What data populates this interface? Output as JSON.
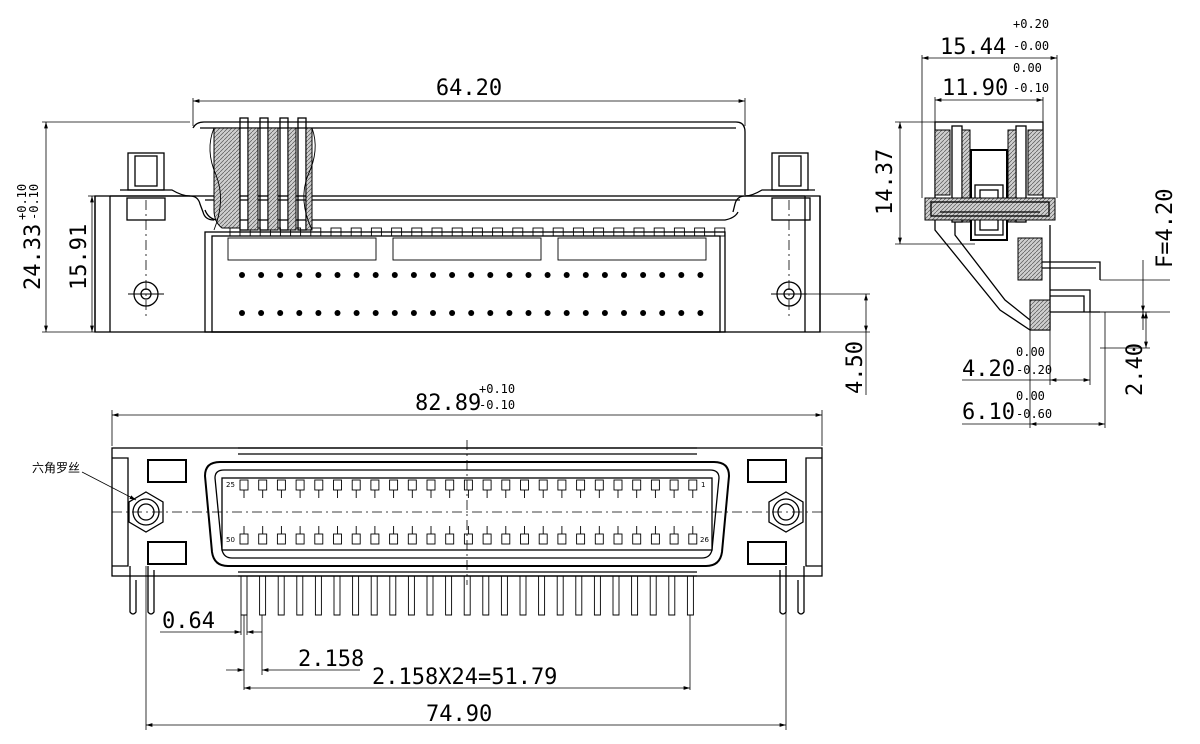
{
  "dimensions": {
    "top_width": "64.20",
    "total_height": "24.33",
    "total_height_tol_upper": "+0.10",
    "total_height_tol_lower": "-0.10",
    "body_height": "15.91",
    "mount_offset": "4.50",
    "front_width": "82.89",
    "front_width_tol_upper": "+0.10",
    "front_width_tol_lower": "-0.10",
    "pin_diameter": "0.64",
    "pin_pitch": "2.158",
    "pin_span": "2.158X24=51.79",
    "mount_pitch": "74.90",
    "side_width": "15.44",
    "side_width_tol_upper": "+0.20",
    "side_width_tol_lower": "-0.00",
    "side_inner": "11.90",
    "side_inner_tol_upper": "0.00",
    "side_inner_tol_lower": "-0.10",
    "side_height": "14.37",
    "f_value": "F=4.20",
    "tail_offset": "4.20",
    "tail_offset_tol_upper": "0.00",
    "tail_offset_tol_lower": "-0.20",
    "tail_length": "6.10",
    "tail_length_tol_upper": "0.00",
    "tail_length_tol_lower": "-0.60",
    "tail_step": "2.40"
  },
  "annotations": {
    "hex_screw": "六角罗丝",
    "pin_25": "25",
    "pin_1": "1",
    "pin_50": "50",
    "pin_26": "26"
  }
}
